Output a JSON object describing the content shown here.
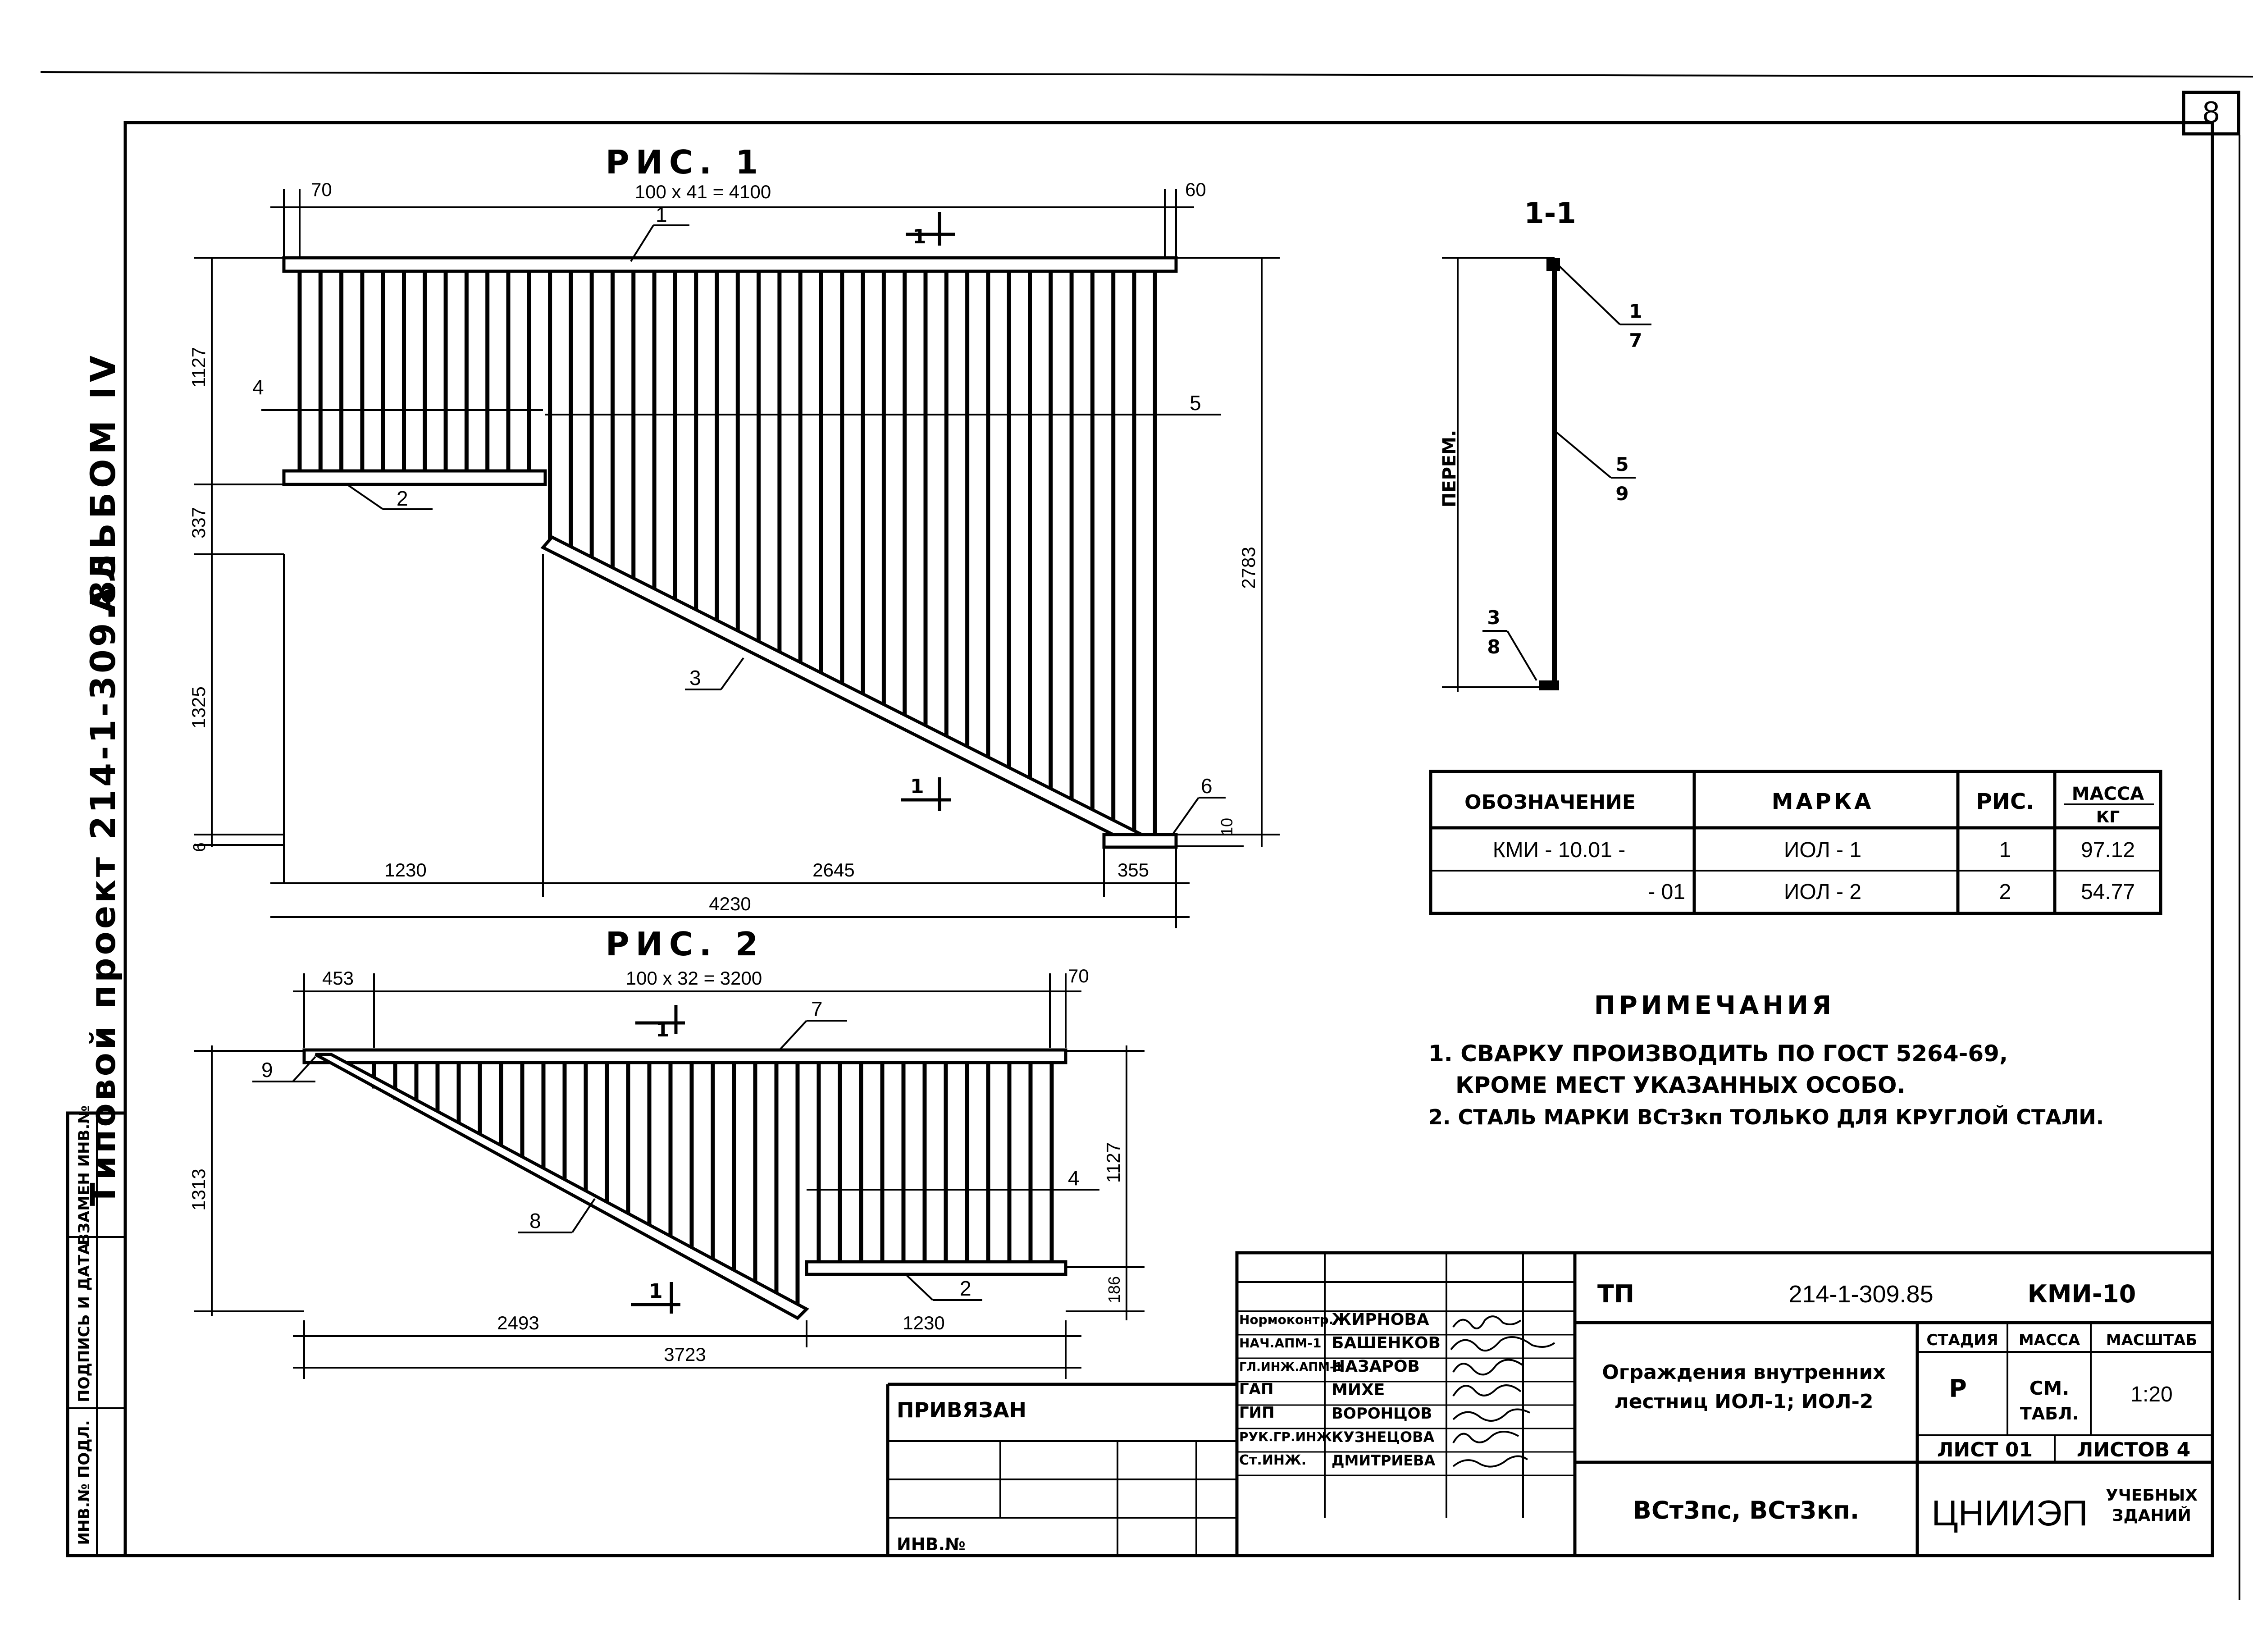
{
  "sheet": {
    "page_number": "8",
    "album": "АЛЬБОМ IV",
    "project": "Типовой проект 214-1-309.85"
  },
  "side_stamp": {
    "cells": [
      "ИНВ.№ ПОДЛ.",
      "ПОДПИСЬ И ДАТА",
      "ВЗАМЕН ИНВ.№"
    ]
  },
  "fig1": {
    "title": "РИС. 1",
    "dims": {
      "top_left": "70",
      "top_mid": "100 x 41 = 4100",
      "top_right": "60",
      "left_upper": "1127",
      "left_mid": "337",
      "left_lower": "1325",
      "left_bottom": "6",
      "right_total": "2783",
      "right_small": "10",
      "bottom_a": "1230",
      "bottom_b": "2645",
      "bottom_c": "355",
      "bottom_total": "4230"
    },
    "callouts": [
      "1",
      "2",
      "3",
      "4",
      "5",
      "6"
    ],
    "section_mark": "1"
  },
  "fig2": {
    "title": "РИС. 2",
    "dims": {
      "top_left": "453",
      "top_mid": "100 x 32 = 3200",
      "top_right": "70",
      "left": "1313",
      "right_upper": "1127",
      "right_lower": "186",
      "bottom_a": "2493",
      "bottom_b": "1230",
      "bottom_total": "3723"
    },
    "callouts": [
      "7",
      "8",
      "9",
      "4",
      "2"
    ],
    "section_mark": "1"
  },
  "section": {
    "title": "1-1",
    "side_label": "ПЕРЕМ.",
    "callouts": [
      {
        "num": "1",
        "den": "7"
      },
      {
        "num": "5",
        "den": "9"
      },
      {
        "num": "3",
        "den": "8"
      }
    ]
  },
  "spec_table": {
    "headers": [
      "ОБОЗНАЧЕНИЕ",
      "МАРКА",
      "РИС.",
      "МАССА",
      "КГ"
    ],
    "rows": [
      [
        "КМИ - 10.01 -",
        "ИОЛ - 1",
        "1",
        "97.12"
      ],
      [
        "- 01",
        "ИОЛ - 2",
        "2",
        "54.77"
      ]
    ]
  },
  "notes": {
    "title": "ПРИМЕЧАНИЯ",
    "lines": [
      "1. СВАРКУ ПРОИЗВОДИТЬ ПО ГОСТ 5264-69,",
      "КРОМЕ МЕСТ УКАЗАННЫХ ОСОБО.",
      "2. СТАЛЬ МАРКИ ВСт3кп ТОЛЬКО ДЛЯ КРУГЛОЙ СТАЛИ."
    ]
  },
  "title_block": {
    "tp": "ТП",
    "code": "214-1-309.85",
    "mark": "КМИ-10",
    "roles": [
      "Нормоконтр.",
      "НАЧ.АПМ-1",
      "ГЛ.ИНЖ.АПМ-1",
      "ГАП",
      "ГИП",
      "РУК.ГР.ИНЖ.",
      "Ст.ИНЖ."
    ],
    "names": [
      "ЖИРНОВА",
      "БАШЕНКОВ",
      "НАЗАРОВ",
      "МИХЕ",
      "ВОРОНЦОВ",
      "КУЗНЕЦОВА",
      "ДМИТРИЕВА"
    ],
    "title_lines": [
      "Ограждения внутренних",
      "лестниц ИОЛ-1; ИОЛ-2"
    ],
    "stage_label": "СТАДИЯ",
    "mass_label": "МАССА",
    "scale_label": "МАСШТАБ",
    "stage": "Р",
    "mass_line1": "СМ.",
    "mass_line2": "ТАБЛ.",
    "scale": "1:20",
    "sheet": "ЛИСТ 01",
    "sheets": "ЛИСТОВ 4",
    "material": "ВСт3пс, ВСт3кп.",
    "org": "ЦНИИЭП",
    "org_sub1": "УЧЕБНЫХ",
    "org_sub2": "ЗДАНИЙ",
    "privyazan": "ПРИВЯЗАН",
    "inv": "ИНВ.№"
  }
}
